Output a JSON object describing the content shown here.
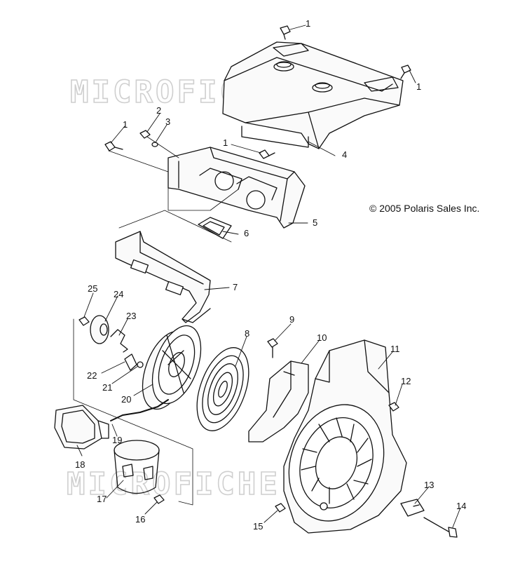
{
  "watermark": "MICROFICHE.NET",
  "copyright": "© 2005 Polaris Sales Inc.",
  "callouts": [
    "1",
    "1",
    "1",
    "2",
    "3",
    "1",
    "4",
    "5",
    "6",
    "7",
    "8",
    "9",
    "10",
    "11",
    "12",
    "13",
    "14",
    "15",
    "16",
    "17",
    "18",
    "19",
    "20",
    "21",
    "22",
    "23",
    "24",
    "25"
  ]
}
